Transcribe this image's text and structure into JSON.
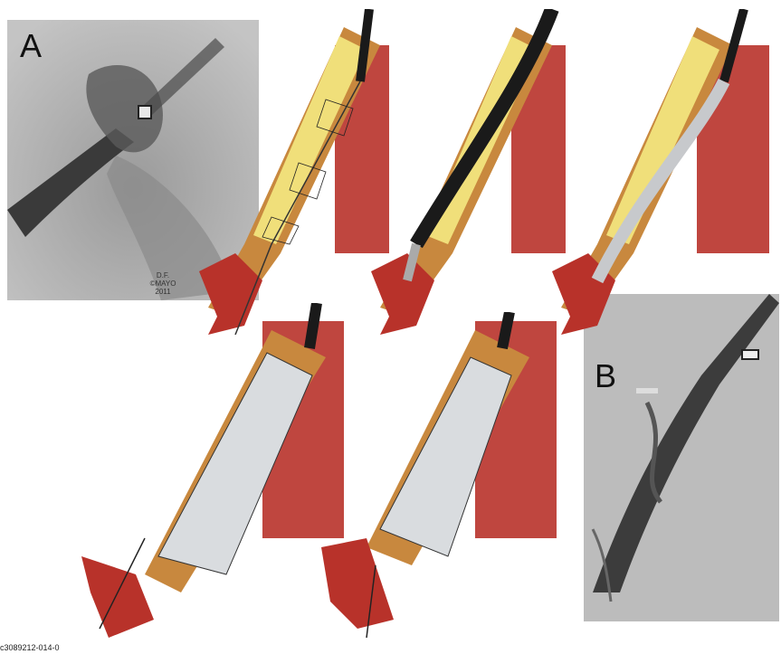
{
  "panels": {
    "a": {
      "label": "A"
    },
    "b": {
      "label": "B"
    }
  },
  "credit": {
    "line1": "D.F.",
    "line2": "©MAYO",
    "line3": "2011"
  },
  "figure_id": "c3089212-014-0",
  "colors": {
    "vessel_red": "#b8322a",
    "vein_wall_tan": "#c8883e",
    "stent_yellow": "#f0df7a",
    "sheath_black": "#1a1a1a",
    "stent_silver": "#d9dcdf",
    "xray_gray": "#b9b9b9"
  }
}
